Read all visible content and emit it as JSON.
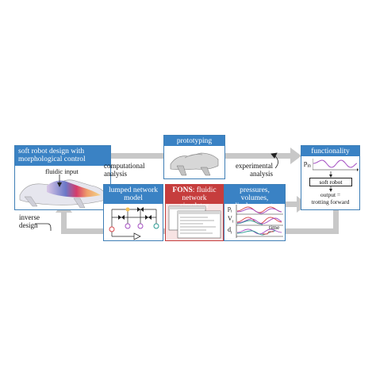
{
  "colors": {
    "accent_blue": "#3a82c4",
    "box_border_blue": "#3f7fb6",
    "fons_red": "#c63d3d",
    "fons_bg": "#f7e3e3",
    "arrow_gray": "#c8c8c8",
    "signal_red": "#d9484b",
    "signal_purple": "#a44ec2",
    "signal_teal": "#2a9a93"
  },
  "boxes": {
    "soft_robot": {
      "title": "soft robot design with morphological control",
      "fluidic_input": "fluidic input"
    },
    "prototyping": {
      "title": "prototyping"
    },
    "functionality": {
      "title": "functionality",
      "p_in": "p",
      "p_in_sub": "in",
      "soft_robot": "soft robot",
      "output": "output =",
      "output2": "trotting forward"
    },
    "lumped": {
      "title": "lumped network model"
    },
    "fons": {
      "title_bold": "FONS",
      "title_rest": ": fluidic network simulator"
    },
    "pressures": {
      "title": "pressures, volumes, displacements",
      "p": "p",
      "v": "V",
      "d": "d",
      "sub": "i",
      "time": "time"
    }
  },
  "labels": {
    "computational_analysis": "computational analysis",
    "experimental_analysis": "experimental analysis",
    "inverse_design": "inverse design"
  },
  "icons": [
    "arrow-icon",
    "robot-render-icon",
    "circuit-icon",
    "terminal-window-icon",
    "signal-plot-icon"
  ]
}
